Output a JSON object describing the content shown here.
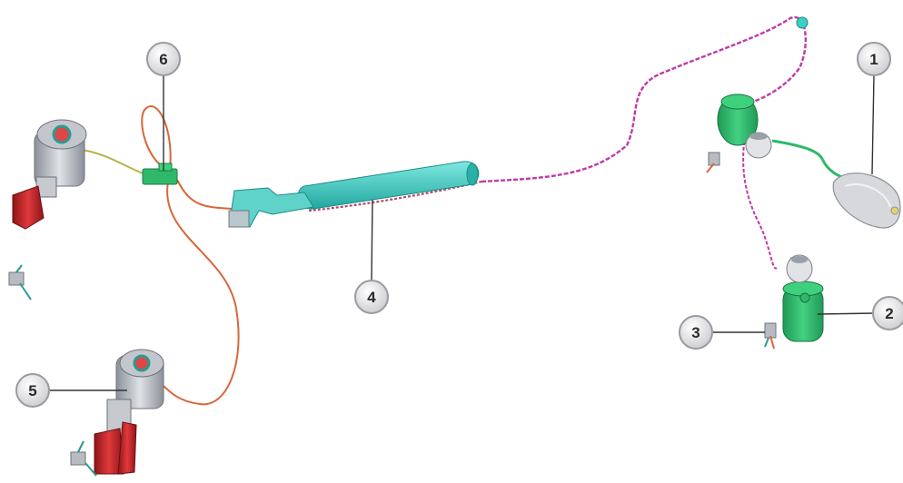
{
  "diagram": {
    "callouts": [
      {
        "label": "1",
        "name": "reservoir"
      },
      {
        "label": "2",
        "name": "rear-air-spring"
      },
      {
        "label": "3",
        "name": "rear-height-sensor"
      },
      {
        "label": "4",
        "name": "compressor-assembly"
      },
      {
        "label": "5",
        "name": "front-air-strut"
      },
      {
        "label": "6",
        "name": "valve-block"
      }
    ],
    "colors": {
      "background": "#ffffff",
      "callout_fill": "#e4e4e6",
      "callout_ring": "#9a9aa0",
      "leader": "#333333",
      "pipe_orange": "#d9663a",
      "pipe_magenta": "#c03aa8",
      "component_cyan": "#3ccfc4",
      "component_green": "#2fb86a",
      "strut_red": "#c8262a",
      "strut_grey": "#a9adb5",
      "reservoir_grey": "#d6d8dc"
    }
  }
}
